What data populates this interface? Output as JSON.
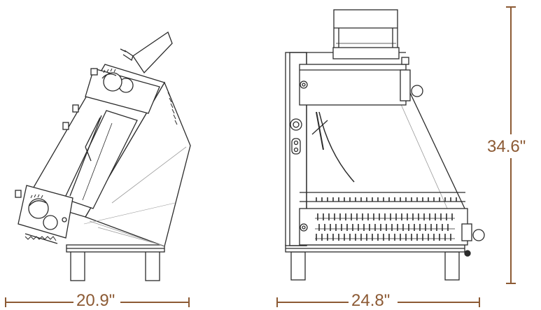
{
  "dimensions": {
    "side_width": "20.9\"",
    "front_width": "24.8\"",
    "height": "34.6\""
  },
  "colors": {
    "dimension": "#8c5a34",
    "line": "#2b2b2b",
    "shade": "#9a9a9a"
  }
}
